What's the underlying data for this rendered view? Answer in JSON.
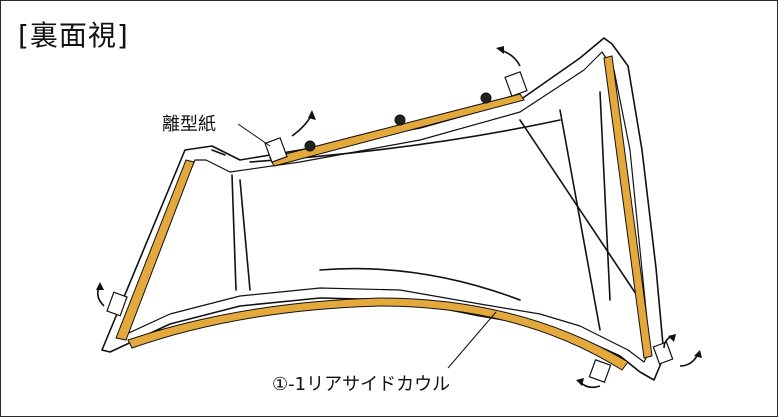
{
  "view_title": "[裏面視]",
  "labels": {
    "release_paper": "離型紙",
    "part_name": "①-1リアサイドカウル"
  },
  "colors": {
    "tape": "#e3a93c",
    "line": "#111111",
    "background": "#ffffff"
  }
}
